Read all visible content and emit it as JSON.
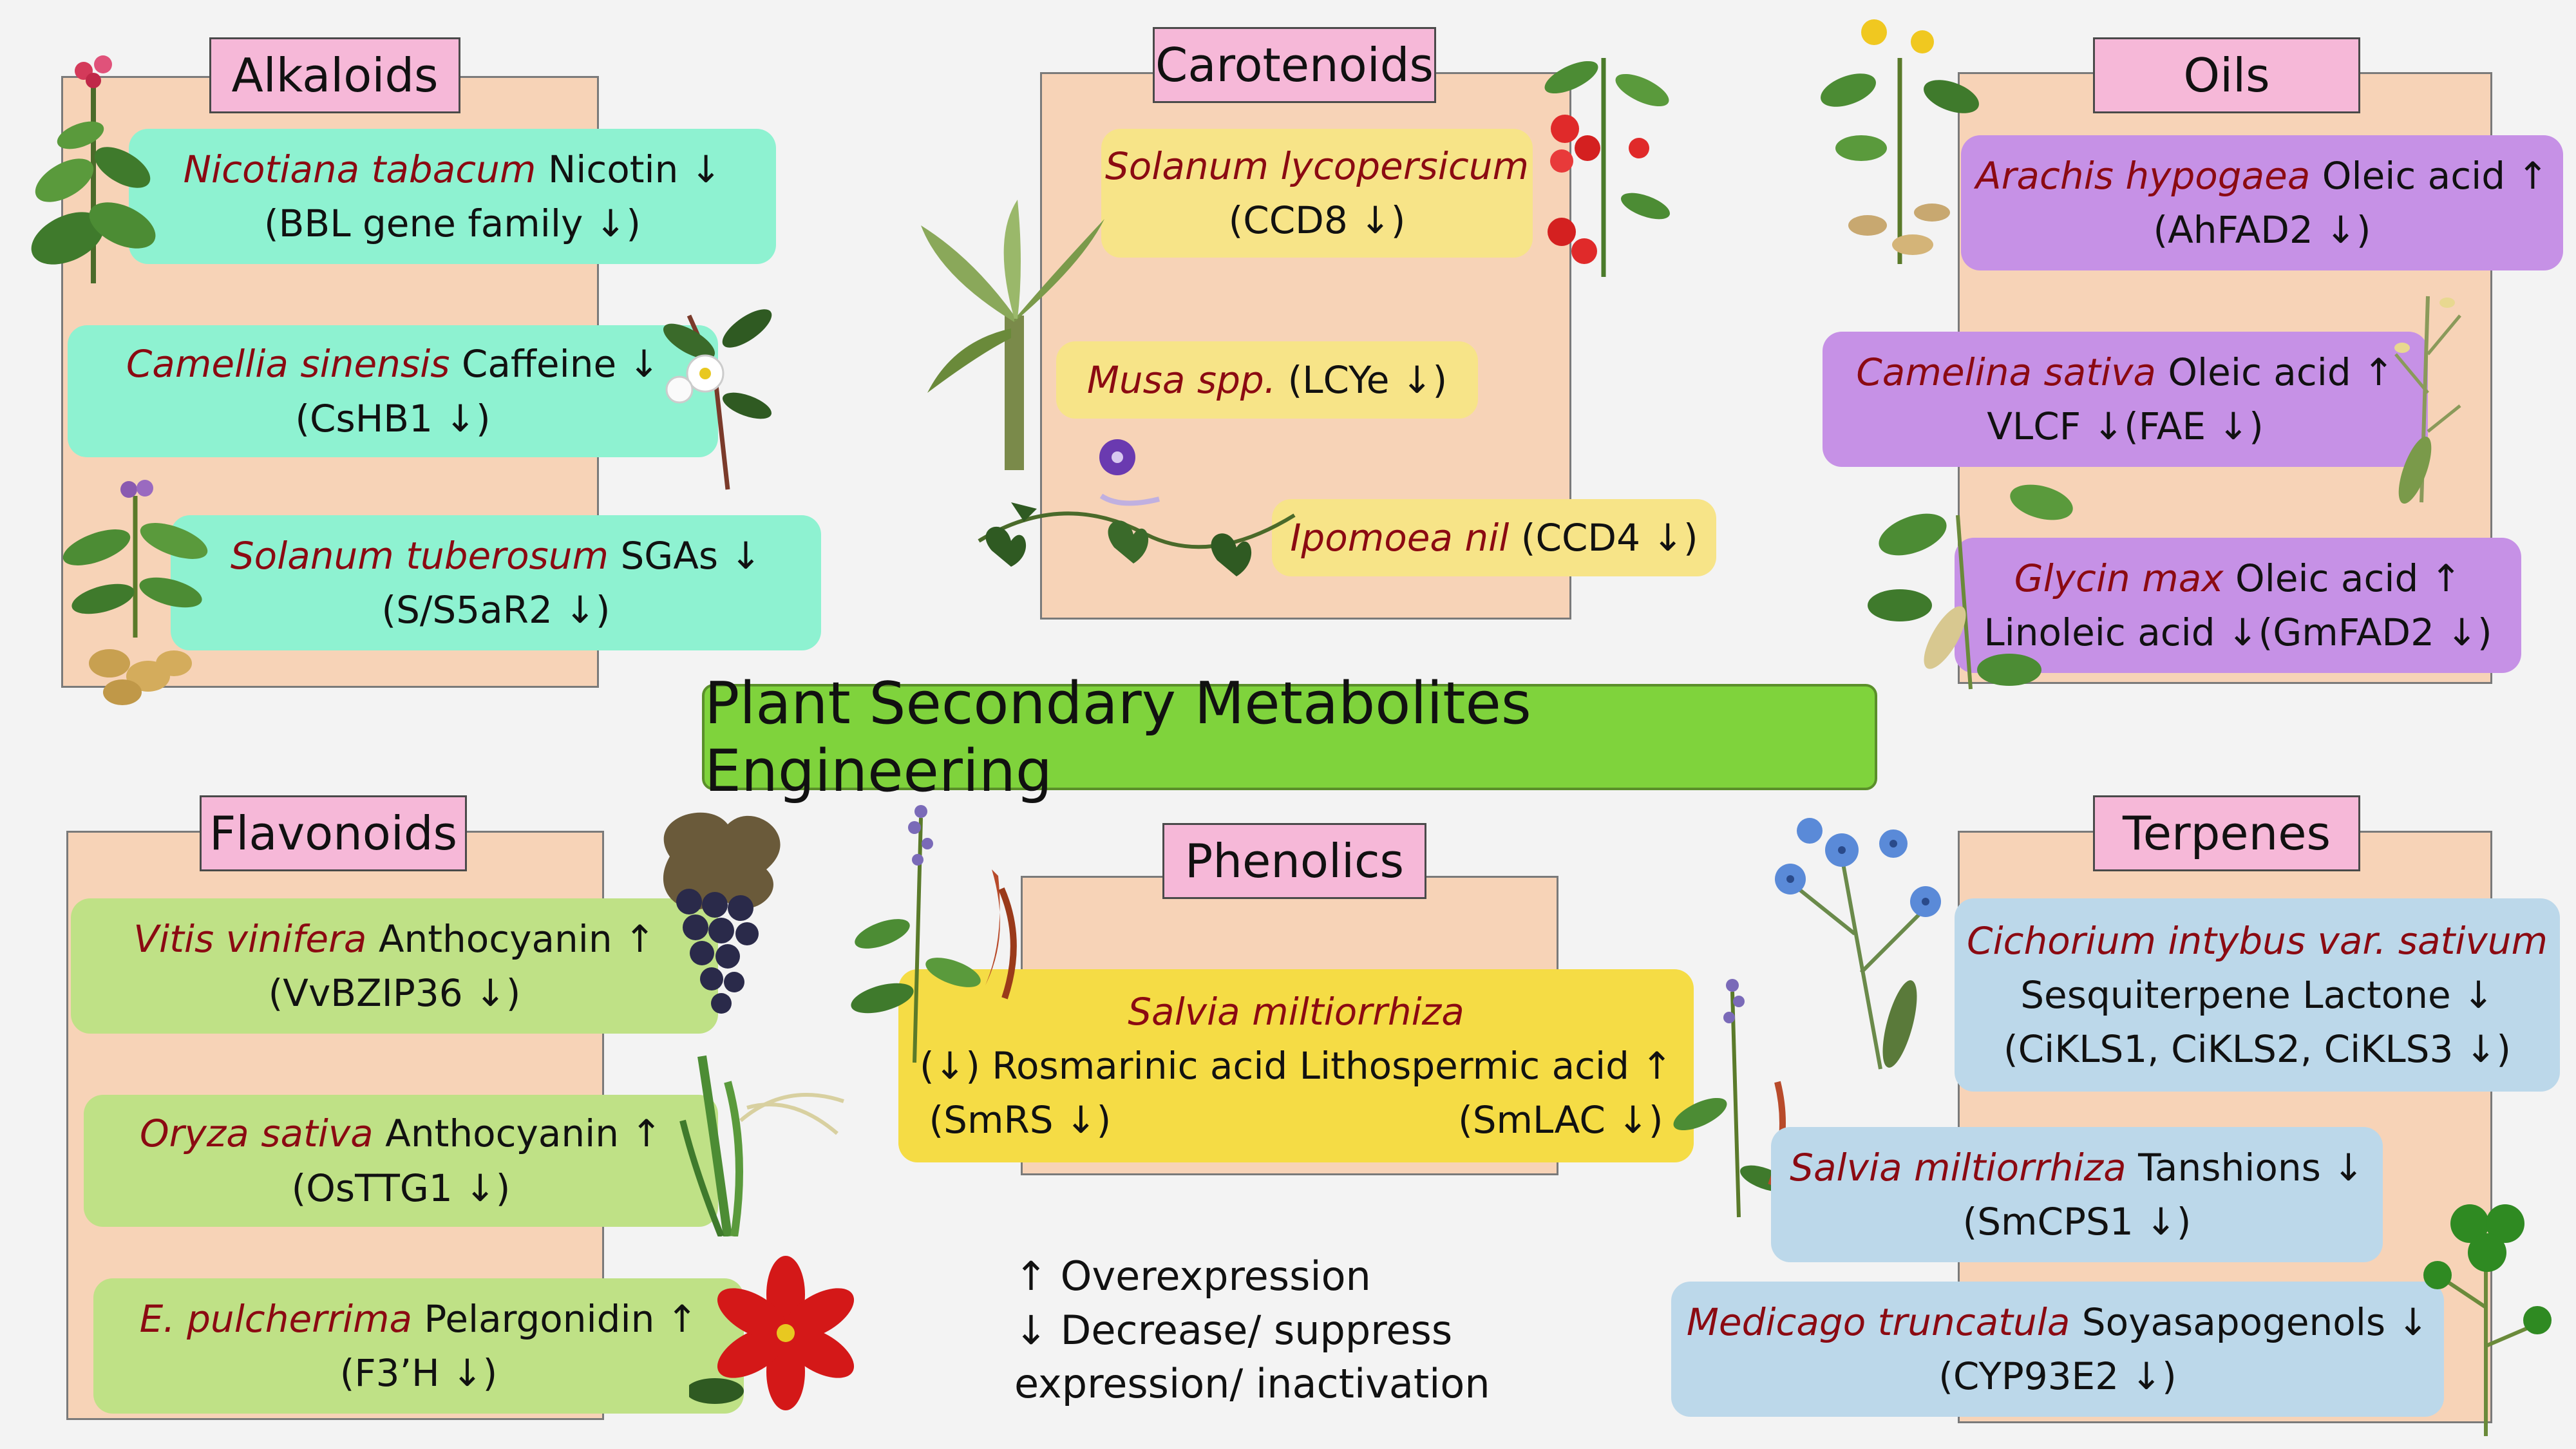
{
  "title": "Plant Secondary Metabolites Engineering",
  "categories": {
    "alkaloids": {
      "label": "Alkaloids",
      "cards": [
        {
          "species": "Nicotiana tabacum",
          "compound": " Nicotin ↓",
          "gene": "(BBL gene family ↓)"
        },
        {
          "species": "Camellia sinensis",
          "compound": " Caffeine ↓",
          "gene": "(CsHB1 ↓)"
        },
        {
          "species": "Solanum tuberosum",
          "compound": " SGAs ↓",
          "gene": "(S/S5aR2 ↓)"
        }
      ]
    },
    "carotenoids": {
      "label": "Carotenoids",
      "cards": [
        {
          "species": "Solanum lycopersicum",
          "compound": "",
          "gene": "(CCD8 ↓)"
        },
        {
          "species": "Musa spp.",
          "compound": " (LCYe ↓)",
          "gene": ""
        },
        {
          "species": "Ipomoea nil",
          "compound": " (CCD4 ↓)",
          "gene": ""
        }
      ]
    },
    "oils": {
      "label": "Oils",
      "cards": [
        {
          "species": "Arachis hypogaea",
          "compound": " Oleic acid ↑",
          "gene": "(AhFAD2 ↓)"
        },
        {
          "species": "Camelina sativa",
          "compound": " Oleic acid ↑",
          "gene": "VLCF ↓(FAE ↓)"
        },
        {
          "species": "Glycin max",
          "compound": " Oleic acid ↑",
          "gene": "Linoleic acid ↓(GmFAD2 ↓)"
        }
      ]
    },
    "flavonoids": {
      "label": "Flavonoids",
      "cards": [
        {
          "species": "Vitis vinifera",
          "compound": " Anthocyanin ↑",
          "gene": "(VvBZIP36 ↓)"
        },
        {
          "species": "Oryza sativa",
          "compound": " Anthocyanin ↑",
          "gene": "(OsTTG1 ↓)"
        },
        {
          "species": "E. pulcherrima",
          "compound": " Pelargonidin ↑",
          "gene": "(F3’H ↓)"
        }
      ]
    },
    "phenolics": {
      "label": "Phenolics",
      "card": {
        "species": "Salvia miltiorrhiza",
        "line2": "(↓) Rosmarinic acid Lithospermic acid ↑",
        "gene_left": "(SmRS ↓)",
        "gene_right": "(SmLAC ↓)"
      }
    },
    "terpenes": {
      "label": "Terpenes",
      "cards": [
        {
          "species": "Cichorium intybus var. sativum",
          "compound": "Sesquiterpene Lactone ↓",
          "gene": "(CiKLS1, CiKLS2, CiKLS3 ↓)"
        },
        {
          "species": "Salvia miltiorrhiza",
          "compound": " Tanshions ↓",
          "gene": "(SmCPS1 ↓)"
        },
        {
          "species": "Medicago truncatula",
          "compound": " Soyasapogenols ↓",
          "gene": "(CYP93E2 ↓)"
        }
      ]
    }
  },
  "legend": {
    "up": "↑ Overexpression",
    "down_line1": "↓ Decrease/ suppress",
    "down_line2": "expression/ inactivation"
  },
  "colors": {
    "alkaloids_card": "#8ef2d1",
    "carotenoids_card": "#f7e488",
    "oils_card": "#c691e6",
    "flavonoids_card": "#bfe186",
    "phenolics_card": "#f5dc45",
    "terpenes_card": "#bcd8ea",
    "tab": "#f6b8d8",
    "backing": "#f7d3b7",
    "title_box": "#7fd33c",
    "species_text": "#8b0a12"
  }
}
